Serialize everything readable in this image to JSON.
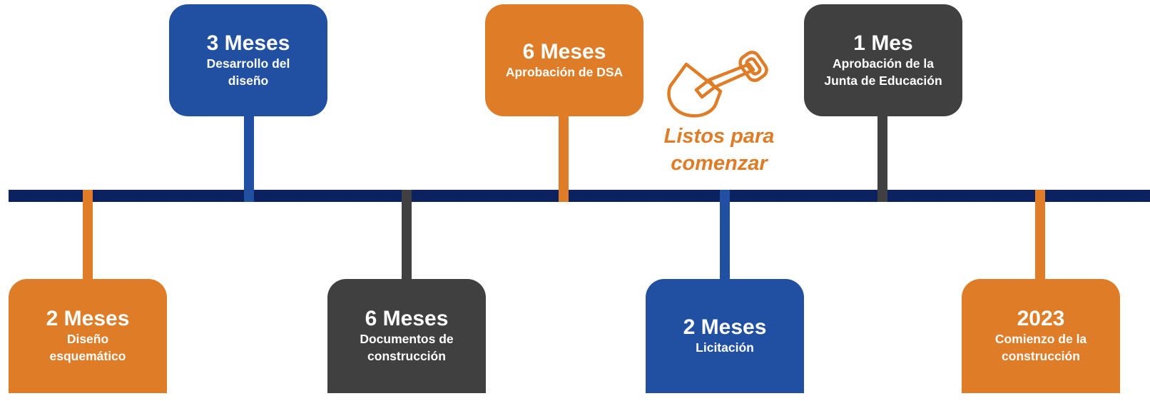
{
  "colors": {
    "timeline": "#0b2160",
    "orange": "#de7c28",
    "blue": "#214fa1",
    "dark": "#404040"
  },
  "milestones": [
    {
      "duration": "2 Meses",
      "label_line1": "Diseño",
      "label_line2": "esquemático",
      "color": "orange",
      "position": "below"
    },
    {
      "duration": "3 Meses",
      "label_line1": "Desarrollo del",
      "label_line2": "diseño",
      "color": "blue",
      "position": "above"
    },
    {
      "duration": "6 Meses",
      "label_line1": "Documentos de",
      "label_line2": "construcción",
      "color": "dark",
      "position": "below"
    },
    {
      "duration": "6 Meses",
      "label_line1": "Aprobación de DSA",
      "label_line2": "",
      "color": "orange",
      "position": "above"
    },
    {
      "duration": "2 Meses",
      "label_line1": "Licitación",
      "label_line2": "",
      "color": "blue",
      "position": "below"
    },
    {
      "duration": "1 Mes",
      "label_line1": "Aprobación de la",
      "label_line2": "Junta de Educación",
      "color": "dark",
      "position": "above"
    },
    {
      "duration": "2023",
      "label_line1": "Comienzo de la",
      "label_line2": "construcción",
      "color": "orange",
      "position": "below"
    }
  ],
  "ready": {
    "line1": "Listos para",
    "line2": "comenzar",
    "icon": "shovel-icon"
  }
}
